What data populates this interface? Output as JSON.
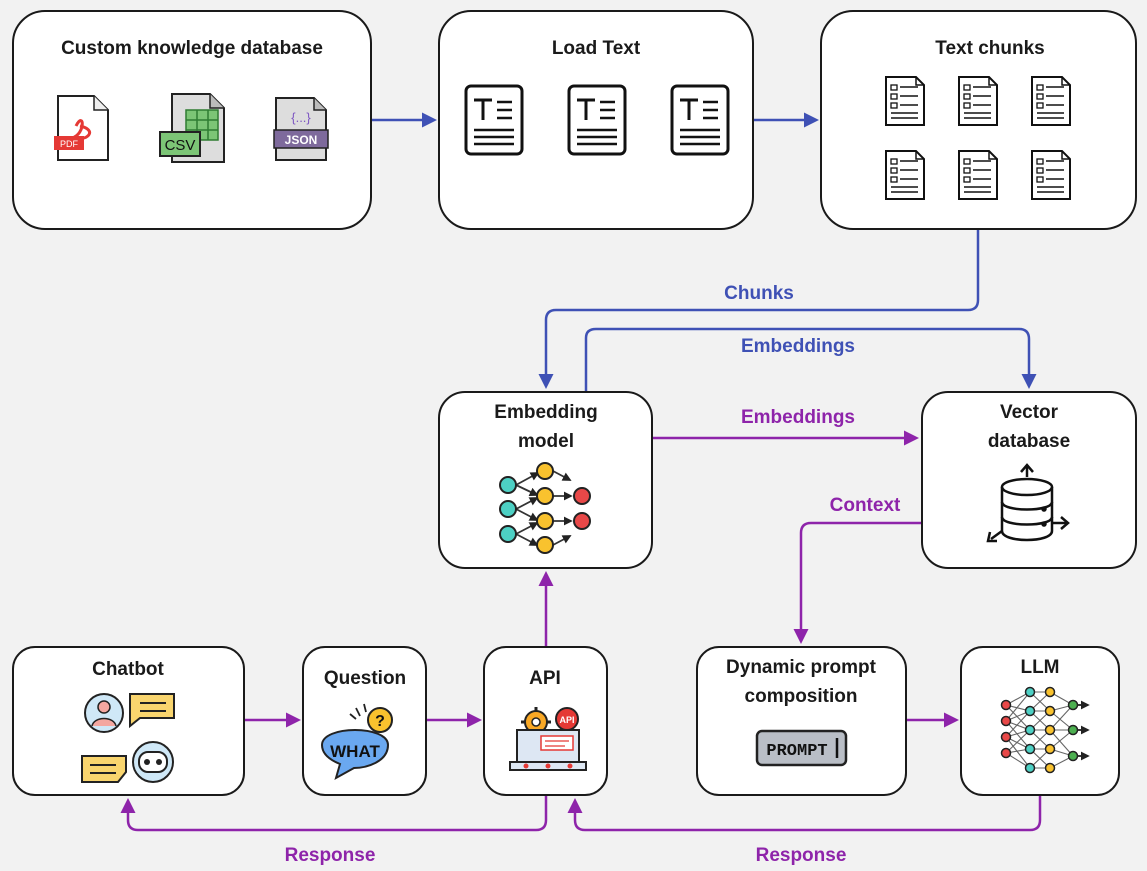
{
  "colors": {
    "blue": "#3f51b5",
    "purple": "#8e24aa",
    "box_border": "#1a1a1a",
    "background": "#f2f2f2"
  },
  "nodes": {
    "knowledge_db": {
      "title": "Custom knowledge database",
      "icons": [
        "pdf-file-icon",
        "csv-file-icon",
        "json-file-icon"
      ],
      "icon_labels": {
        "pdf": "PDF",
        "csv": "CSV",
        "json": "JSON",
        "json_glyph": "{...}"
      }
    },
    "load_text": {
      "title": "Load Text",
      "icons": [
        "text-document-icon",
        "text-document-icon",
        "text-document-icon"
      ]
    },
    "text_chunks": {
      "title": "Text chunks",
      "icons": [
        "chunk-document-icon"
      ]
    },
    "embedding_model": {
      "title_line1": "Embedding",
      "title_line2": "model",
      "icons": [
        "neural-network-icon"
      ]
    },
    "vector_db": {
      "title_line1": "Vector",
      "title_line2": "database",
      "icons": [
        "database-icon"
      ]
    },
    "chatbot": {
      "title": "Chatbot",
      "icons": [
        "user-avatar-icon",
        "chat-bubble-icon",
        "bot-avatar-icon"
      ]
    },
    "question": {
      "title": "Question",
      "bubble_text": "WHAT",
      "mark": "?"
    },
    "api": {
      "title": "API",
      "badge": "API"
    },
    "prompt": {
      "title_line1": "Dynamic prompt",
      "title_line2": "composition",
      "tag_text": "PROMPT"
    },
    "llm": {
      "title": "LLM",
      "icons": [
        "llm-network-icon"
      ]
    }
  },
  "edges": {
    "chunks": "Chunks",
    "embeddings_top": "Embeddings",
    "embeddings_mid": "Embeddings",
    "context": "Context",
    "response_left": "Response",
    "response_right": "Response"
  }
}
